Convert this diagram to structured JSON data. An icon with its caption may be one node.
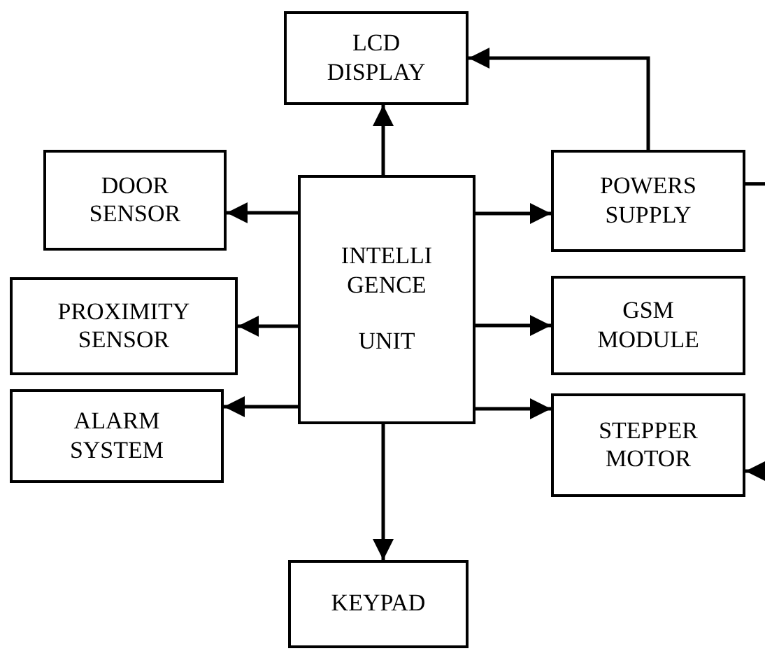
{
  "diagram": {
    "nodes": [
      {
        "text": [
          "LCD DISPLAY"
        ]
      },
      {
        "text": [
          "DOOR SENSOR"
        ]
      },
      {
        "text": [
          "INTELLI GENCE",
          "UNIT"
        ]
      },
      {
        "text": [
          "POWERS SUPPLY"
        ]
      },
      {
        "text": [
          "PROXIMITY SENSOR"
        ]
      },
      {
        "text": [
          "GSM MODULE"
        ]
      },
      {
        "text": [
          "ALARM SYSTEM"
        ]
      },
      {
        "text": [
          "STEPPER MOTOR"
        ]
      },
      {
        "text": [
          "KEYPAD"
        ]
      }
    ],
    "edges": [
      {
        "from": 2,
        "to": 0,
        "arrow": "to"
      },
      {
        "from": 2,
        "to": 1,
        "arrow": "to"
      },
      {
        "from": 2,
        "to": 3,
        "arrow": "to"
      },
      {
        "from": 2,
        "to": 4,
        "arrow": "to"
      },
      {
        "from": 2,
        "to": 5,
        "arrow": "to"
      },
      {
        "from": 2,
        "to": 6,
        "arrow": "to"
      },
      {
        "from": 2,
        "to": 7,
        "arrow": "to"
      },
      {
        "from": 2,
        "to": 8,
        "arrow": "to"
      },
      {
        "from": 3,
        "to": 0,
        "arrow": "to"
      },
      {
        "from": 3,
        "to": null,
        "arrow": "none"
      },
      {
        "from": null,
        "to": 7,
        "arrow": "to"
      }
    ]
  }
}
